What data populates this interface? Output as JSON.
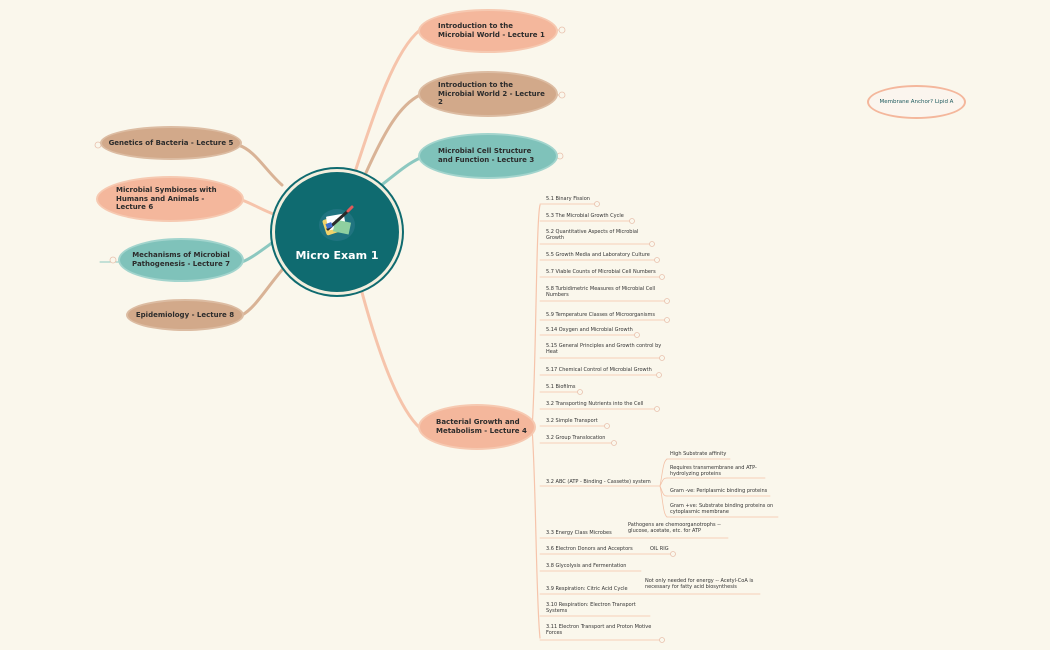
{
  "central": {
    "title": "Micro Exam 1",
    "icon": "stationery-icon"
  },
  "branches": {
    "l1": "Introduction to the Microbial World - Lecture 1",
    "l2": "Introduction to the Microbial World 2 - Lecture 2",
    "l3": "Microbial Cell Structure and Function - Lecture 3",
    "l4": "Bacterial Growth and Metabolism - Lecture 4",
    "l5": "Genetics of Bacteria - Lecture 5",
    "l6": "Microbial Symbioses with Humans and Animals - Lecture 6",
    "l7": "Mechanisms of Microbial Pathogenesis - Lecture 7",
    "l8": "Epidemiology - Lecture 8"
  },
  "floating": "Membrane Anchor? Lipid A",
  "topics": [
    "5.1 Binary Fission",
    "5.3 The Microbial Growth Cycle",
    "5.2 Quantitative Aspects of Microbial Growth",
    "5.5 Growth Media and Laboratory Culture",
    "5.7 Viable Counts of Microbial Cell Numbers",
    "5.8 Turbidimetric Measures of Microbial Cell Numbers",
    "5.9 Temperature Classes of Microorganisms",
    "5.14 Oxygen and Microbial Growth",
    "5.15 General Principles and Growth control by Heat",
    "5.17 Chemical Control of Microbial Growth",
    "5.1 Biofilms",
    "3.2 Transporting Nutrients into the Cell",
    "3.2 Simple Transport",
    "3.2 Group Translocation",
    "3.2 ABC (ATP - Binding - Cassette) system",
    "3.3 Energy Class Microbes",
    "3.6 Electron Donors and Acceptors",
    "3.8 Glycolysis and Fermentation",
    "3.9 Respiration: Citric Acid Cycle",
    "3.10 Respiration: Electron Transport Systems",
    "3.11 Electron Transport and Proton Motive Forces"
  ],
  "abc_details": [
    "High Substrate affinity",
    "Requires transmembrane and ATP-hydrolyzing proteins",
    "Gram -ve: Periplasmic binding proteins",
    "Gram +ve: Substrate binding proteins on cytoplasmic membrane"
  ],
  "energy_detail": "Pathogens are chemoorganotrophs -- glucose, acetate, etc. for ATP",
  "donor_detail": "OIL RIG",
  "citric_detail": "Not only needed for energy -- Acetyl-CoA is necessary for fatty acid biosynthesis",
  "colors": {
    "background": "#faf7ec",
    "central": "#0f6b70",
    "peach": "#f4b79c",
    "tan": "#d2a98a",
    "teal": "#7fc2ba"
  }
}
